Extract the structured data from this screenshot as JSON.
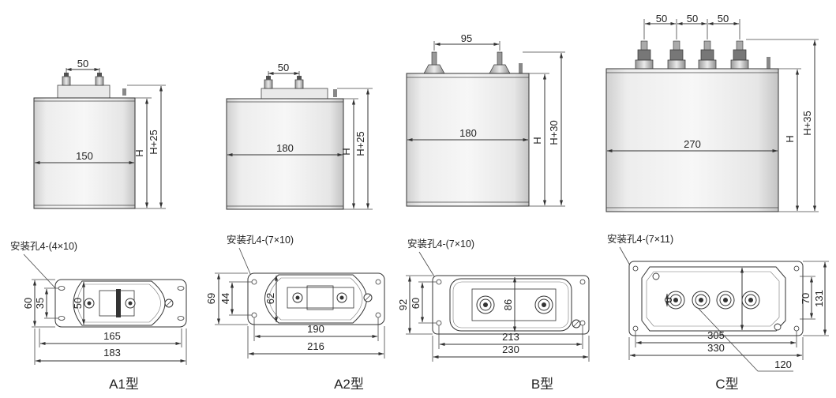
{
  "types": [
    {
      "title": "A1型",
      "mount_label": "安装孔4-(4×10)",
      "front": {
        "terminal_spacing": "50",
        "width": "150",
        "height": "H",
        "height_total": "H+25"
      },
      "base": {
        "height_outer": "60",
        "height_inner": "35",
        "center": "50",
        "width_inner": "165",
        "width_outer": "183"
      }
    },
    {
      "title": "A2型",
      "mount_label": "安装孔4-(7×10)",
      "front": {
        "terminal_spacing": "50",
        "width": "180",
        "height": "H",
        "height_total": "H+25"
      },
      "base": {
        "height_outer": "69",
        "height_inner": "44",
        "center": "62",
        "width_inner": "190",
        "width_outer": "216"
      }
    },
    {
      "title": "B型",
      "mount_label": "安装孔4-(7×10)",
      "front": {
        "terminal_spacing": "95",
        "width": "180",
        "height": "H",
        "height_total": "H+30"
      },
      "base": {
        "height_outer": "92",
        "height_inner": "60",
        "center": "86",
        "width_inner": "213",
        "width_outer": "230"
      }
    },
    {
      "title": "C型",
      "mount_label": "安装孔4-(7×11)",
      "front": {
        "terminal_spacing": [
          "50",
          "50",
          "50"
        ],
        "width": "270",
        "height": "H",
        "height_total": "H+35"
      },
      "base": {
        "height_outer": "131",
        "height_inner": "70",
        "center": "9",
        "width_inner": "305",
        "width_outer": "330",
        "extra": "120"
      }
    }
  ]
}
